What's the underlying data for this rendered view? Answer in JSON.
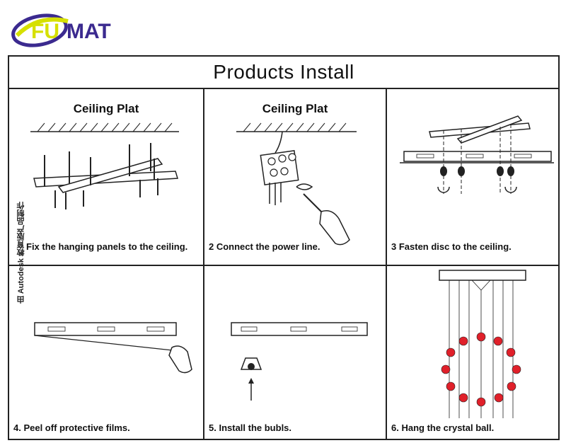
{
  "brand": {
    "logo_text": "FUMAT",
    "purple": "#3b2a8f",
    "yellow": "#d6e000"
  },
  "title": "Products Install",
  "steps": [
    {
      "heading": "Ceiling Plat",
      "caption": "Fix the hanging panels to the ceiling."
    },
    {
      "heading": "Ceiling Plat",
      "caption": "2 Connect the power line."
    },
    {
      "caption": "3 Fasten disc to the ceiling."
    },
    {
      "caption": "4. Peel off protective films."
    },
    {
      "caption": "5. Install the bubls."
    },
    {
      "caption": "6. Hang the crystal ball."
    }
  ],
  "watermark": "由 Autodesk 教育版产品制作",
  "colors": {
    "ink": "#222222",
    "crystal": "#e0202a"
  }
}
